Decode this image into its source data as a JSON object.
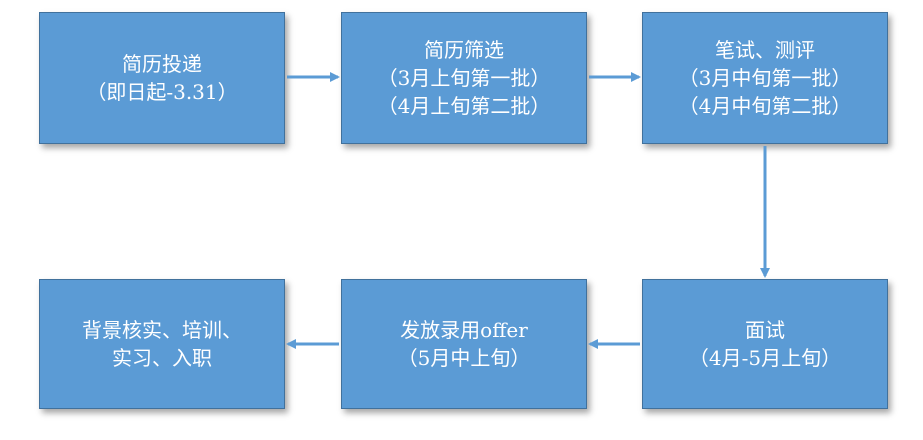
{
  "steps": [
    {
      "lines": [
        "简历投递",
        "（即日起-3.31）"
      ]
    },
    {
      "lines": [
        "简历筛选",
        "（3月上旬第一批）",
        "（4月上旬第二批）"
      ]
    },
    {
      "lines": [
        "笔试、测评",
        "（3月中旬第一批）",
        "（4月中旬第二批）"
      ]
    },
    {
      "lines": [
        "面试",
        "（4月-5月上旬）"
      ]
    },
    {
      "lines": [
        "发放录用offer",
        "（5月中上旬）"
      ]
    },
    {
      "lines": [
        "背景核实、培训、",
        "实习、入职"
      ]
    }
  ],
  "colors": {
    "box_fill": "#5b9bd5",
    "box_border": "#41719c",
    "arrow": "#5b9bd5",
    "text": "#ffffff"
  }
}
